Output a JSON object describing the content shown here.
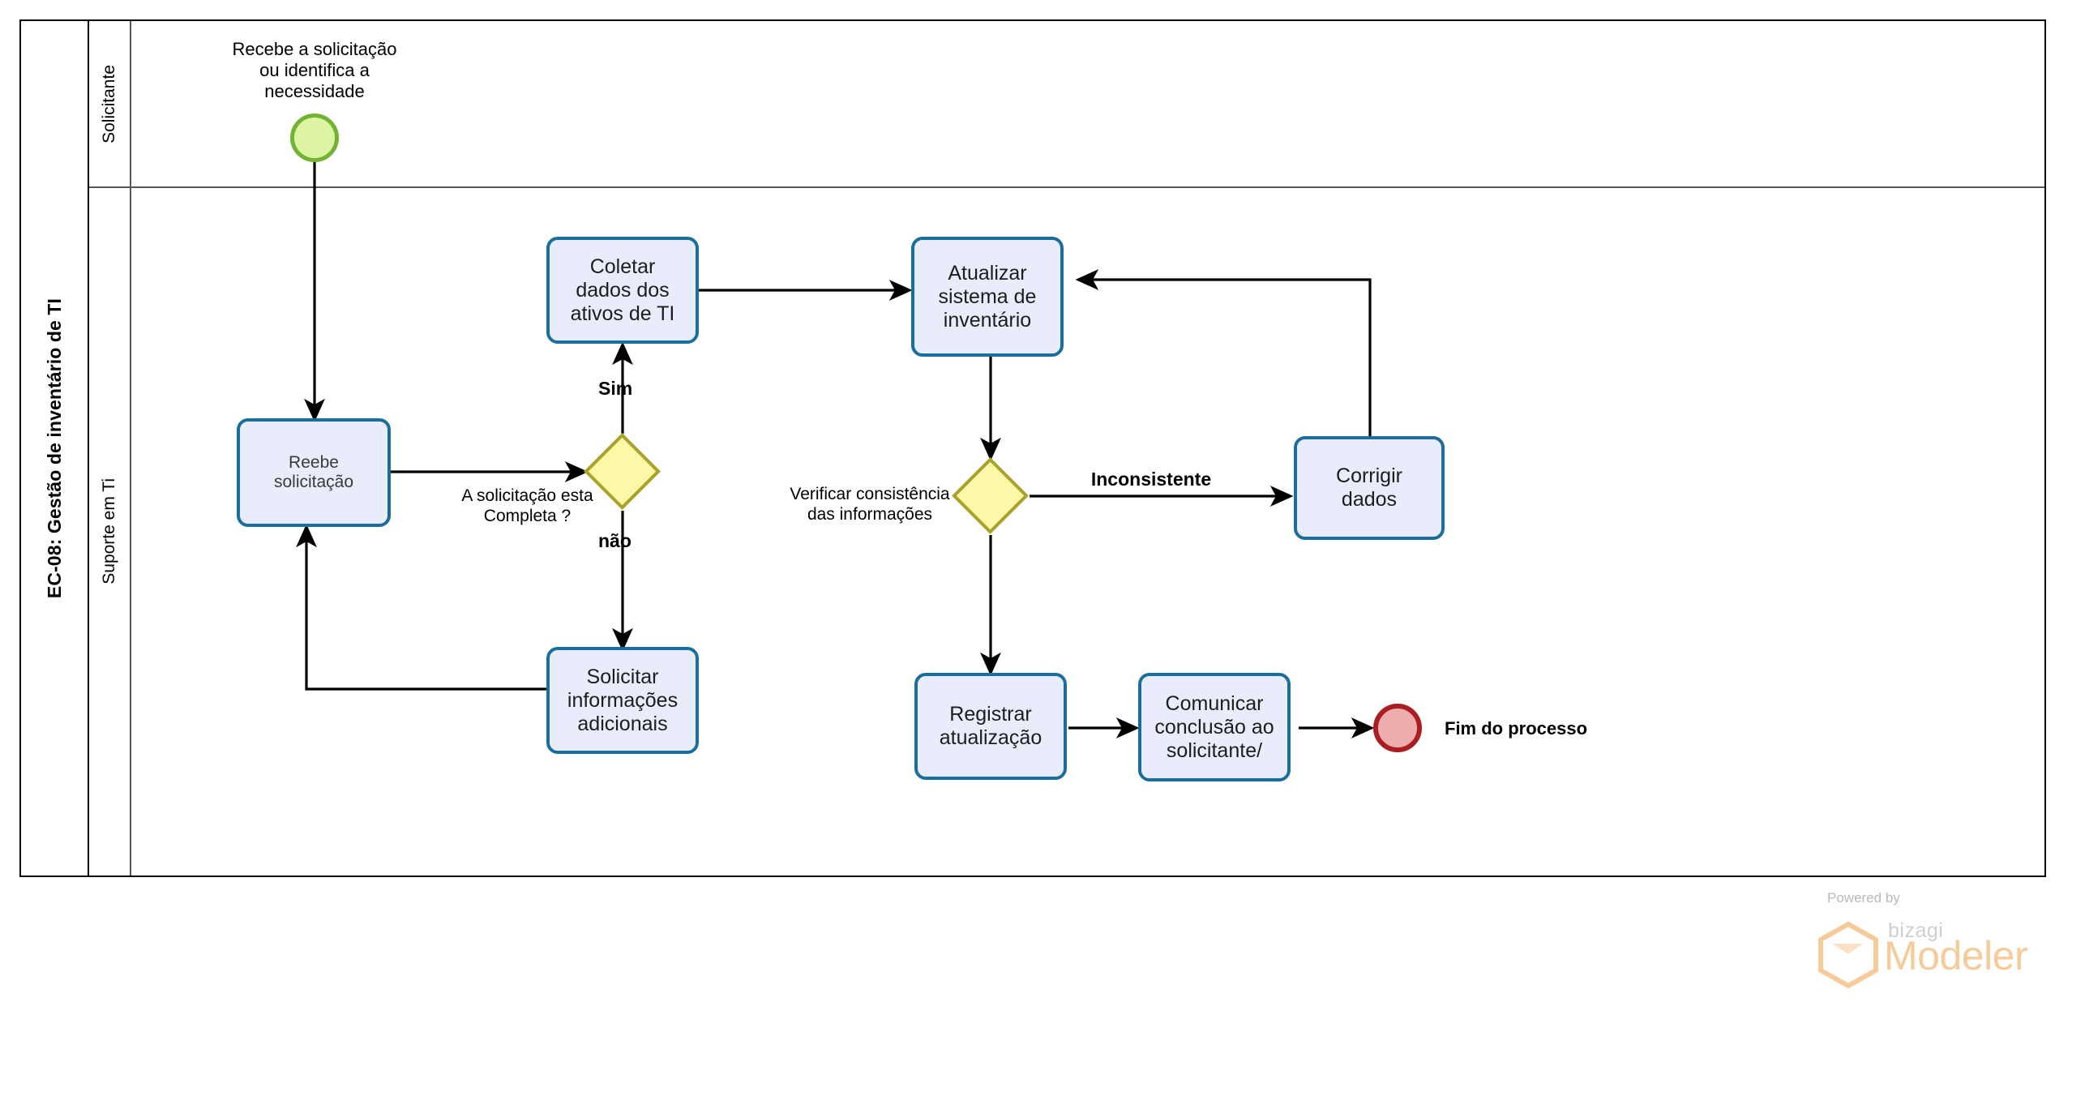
{
  "pool": {
    "title": "EC-08: Gestão de inventário de TI",
    "lanes": [
      {
        "id": "solicitante",
        "label": "Solicitante"
      },
      {
        "id": "suporte",
        "label": "Suporte em Ti"
      }
    ]
  },
  "events": {
    "start": {
      "name": "start-event",
      "label": "Recebe a solicitação\nou identifica a\nnecessidade",
      "color": "#ddf5a3",
      "border_color": "#74b233"
    },
    "end": {
      "name": "end-event",
      "label": "Fim do processo",
      "color": "#eeadad",
      "border_color": "#a91d23"
    }
  },
  "tasks": [
    {
      "id": "receber",
      "label": "Reebe\nsolicitação"
    },
    {
      "id": "coletar",
      "label": "Coletar\ndados dos\nativos de TI"
    },
    {
      "id": "atualizar",
      "label": "Atualizar\nsistema de\ninventário"
    },
    {
      "id": "corrigir",
      "label": "Corrigir\ndados"
    },
    {
      "id": "solicitar",
      "label": "Solicitar\ninformações\nadicionais"
    },
    {
      "id": "registrar",
      "label": "Registrar\natualização"
    },
    {
      "id": "comunicar",
      "label": "Comunicar\nconclusão ao\nsolicitante/"
    }
  ],
  "gateways": [
    {
      "id": "gw-completa",
      "label": "A solicitação esta\nCompleta ?"
    },
    {
      "id": "gw-consistencia",
      "label": "Verificar consistência\ndas informações"
    }
  ],
  "flow_labels": [
    {
      "id": "sim",
      "label": "Sim"
    },
    {
      "id": "nao",
      "label": "não"
    },
    {
      "id": "inconsistente",
      "label": "Inconsistente"
    }
  ],
  "watermark": {
    "powered_by": "Powered by",
    "brand": "bizagi",
    "product": "Modeler",
    "accent_color": "#f6cb9a"
  },
  "colors": {
    "task_fill": "#e8ecfb",
    "task_border": "#1b6d9b",
    "gateway_fill": "#fcf8a8",
    "gateway_border": "#a8a22b",
    "connector": "#000000"
  }
}
